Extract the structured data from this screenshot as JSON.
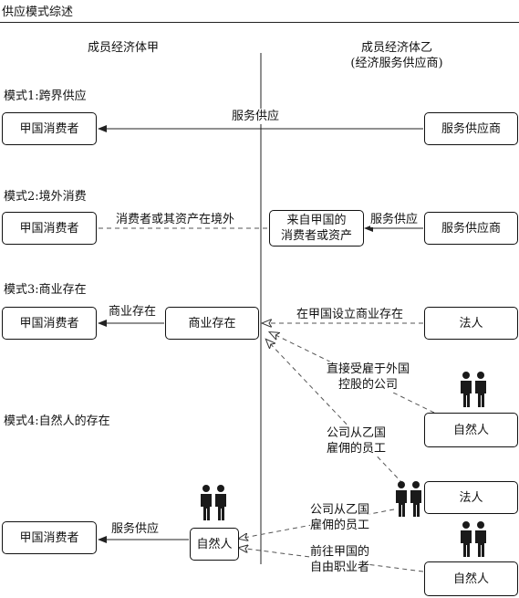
{
  "header": {
    "title": "供应模式综述"
  },
  "columns": {
    "left": {
      "title": "成员经济体甲"
    },
    "right": {
      "title": "成员经济体乙",
      "subtitle": "(经济服务供应商)"
    }
  },
  "modes": [
    {
      "label": "模式1:跨界供应",
      "consumer": "甲国消费者",
      "supplier": "服务供应商",
      "arrow_label": "服务供应"
    },
    {
      "label": "模式2:境外消费",
      "consumer": "甲国消费者",
      "middle_box": "来自甲国的\n消费者或资产",
      "supplier": "服务供应商",
      "dashed_label": "消费者或其资产在境外",
      "arrow_label": "服务供应"
    },
    {
      "label": "模式3:商业存在",
      "consumer": "甲国消费者",
      "presence_box": "商业存在",
      "legal_person": "法人",
      "arrow_label": "商业存在",
      "establish_label": "在甲国设立商业存在"
    },
    {
      "label": "模式4:自然人的存在",
      "consumer": "甲国消费者",
      "natural_person_box": "自然人",
      "arrow_label": "服务供应",
      "natural_person_a": "自然人",
      "legal_person": "法人",
      "natural_person_b": "自然人",
      "label_hired_foreign": "直接受雇于外国\n控股的公司",
      "label_employee_to_presence": "公司从乙国\n雇佣的员工",
      "label_employee_to_person": "公司从乙国\n雇佣的员工",
      "label_freelancer": "前往甲国的\n自由职业者"
    }
  ],
  "colors": {
    "line": "#222222",
    "dashed": "#555555",
    "person": "#1a1a1a"
  },
  "icons": [
    "person-pair-icon"
  ]
}
